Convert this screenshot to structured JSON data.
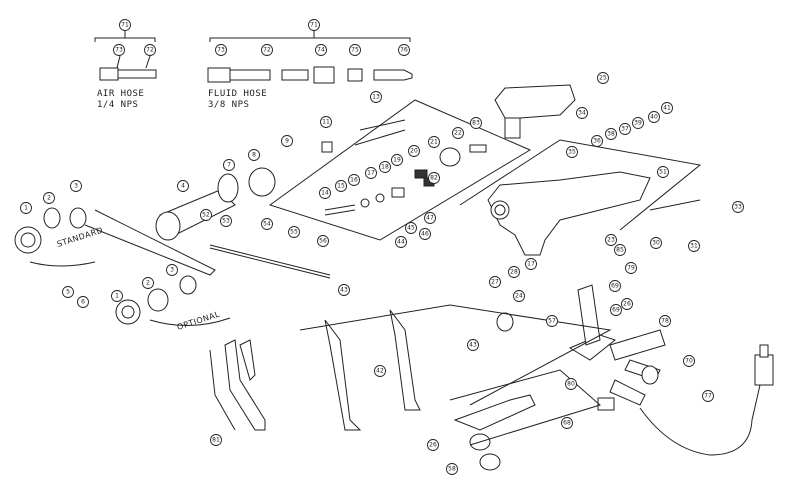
{
  "diagram": {
    "hose_captions": {
      "air_line1": "AIR HOSE",
      "air_line2": "1/4 NPS",
      "fluid_line1": "FLUID HOSE",
      "fluid_line2": "3/8 NPS"
    },
    "kit_labels": {
      "standard": "STANDARD",
      "optional": "OPTIONAL"
    },
    "callouts": [
      "71",
      "73",
      "72",
      "71",
      "73",
      "72",
      "74",
      "75",
      "76",
      "25",
      "13",
      "11",
      "9",
      "7",
      "8",
      "83",
      "22",
      "21",
      "20",
      "19",
      "18",
      "17",
      "16",
      "15",
      "14",
      "82",
      "34",
      "41",
      "40",
      "39",
      "37",
      "38",
      "36",
      "35",
      "51",
      "4",
      "1",
      "2",
      "3",
      "52",
      "53",
      "54",
      "55",
      "56",
      "47",
      "46",
      "45",
      "44",
      "28",
      "17",
      "27",
      "23",
      "85",
      "24",
      "79",
      "69",
      "31",
      "33",
      "30",
      "26",
      "69",
      "70",
      "78",
      "57",
      "43",
      "43",
      "42",
      "5",
      "6",
      "1",
      "2",
      "3",
      "81",
      "80",
      "77",
      "68",
      "26",
      "58"
    ]
  }
}
